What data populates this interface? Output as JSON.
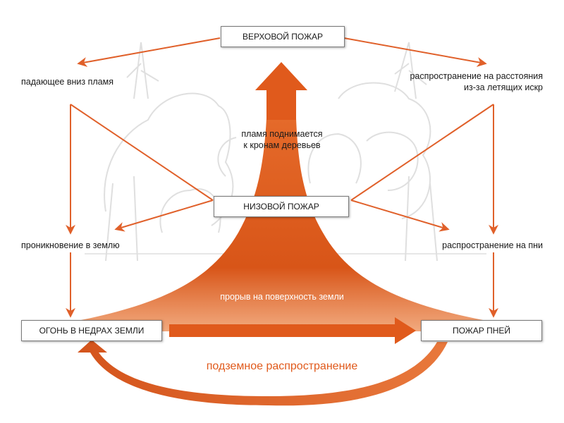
{
  "colors": {
    "accent": "#e05a1c",
    "accent_dark": "#c44a12",
    "arrow_line": "#e0602a",
    "sketch": "#dcdcdc",
    "box_border": "#7a7a7a"
  },
  "boxes": {
    "crown_fire": "ВЕРХОВОЙ ПОЖАР",
    "ground_fire": "НИЗОВОЙ ПОЖАР",
    "underground_fire": "ОГОНЬ В НЕДРАХ ЗЕМЛИ",
    "stump_fire": "ПОЖАР ПНЕЙ"
  },
  "labels": {
    "falling_flame": "падающее вниз пламя",
    "spread_distance": [
      "распространение на расстояния",
      "из-за летящих искр"
    ],
    "flame_rises": [
      "пламя поднимается",
      "к кронам деревьев"
    ],
    "penetration": "проникновение в землю",
    "spread_stumps": "распространение на пни",
    "surface_breakthrough": "прорыв на поверхность земли",
    "underground_spread": "подземное распространение"
  },
  "icons": {
    "arrow": "arrow-icon",
    "background": "forest-sketch"
  }
}
